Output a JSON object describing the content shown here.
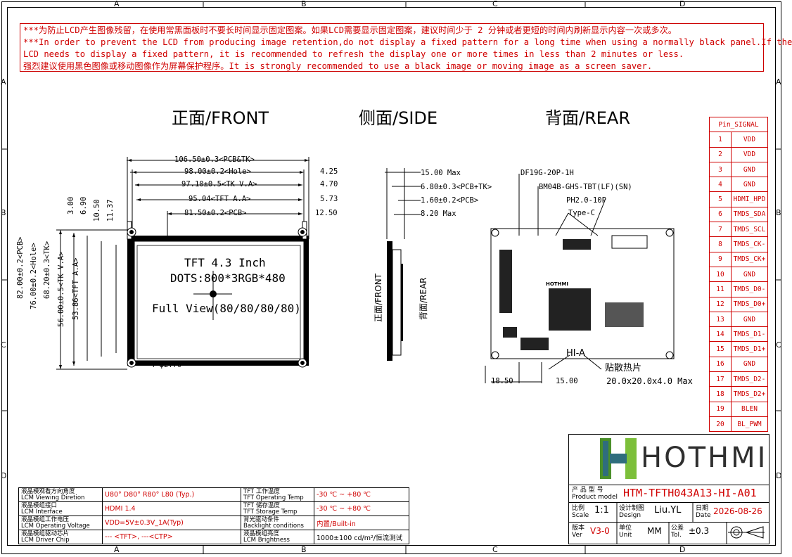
{
  "zones": {
    "columns": [
      "A",
      "B",
      "C",
      "D"
    ],
    "rows": [
      "A",
      "B",
      "C",
      "D"
    ]
  },
  "notice": {
    "line1": "***为防止LCD产生图像残留，在使用常黑面板时不要长时间显示固定图案。如果LCD需要显示固定图案，建议时间少于 2 分钟或者更短的时间内刷新显示内容一次或多次。",
    "line2": "***In order to prevent the LCD from producing image retention,do not display a fixed pattern for a long time when using a normally black panel.If the",
    "line3": " LCD needs to display a fixed pattern, it is recommended to refresh the display one or more times in less than 2 minutes or less.",
    "line4": "强烈建议使用黑色图像或移动图像作为屏幕保护程序。It is strongly recommended to use a black image or moving image as a screen saver."
  },
  "views": {
    "front": "正面/FRONT",
    "side": "侧面/SIDE",
    "rear": "背面/REAR"
  },
  "front": {
    "dims": {
      "pcb_tk": "106.50±0.3<PCB&TK>",
      "hole": "98.00±0.2<Hole>",
      "tk_va": "97.10±0.5<TK V.A>",
      "tft_aa": "95.04<TFT A.A>",
      "pcb": "81.50±0.2<PCB>",
      "r1": "4.25",
      "r2": "4.70",
      "r3": "5.73",
      "r4": "12.50",
      "v_pcb": "82.00±0.2<PCB>",
      "v_hole": "76.00±0.2<Hole>",
      "v_tk": "68.20±0.3<TK>",
      "v_tkva": "56.00±0.5<TK V.A>",
      "v_tftaa": "53.86<TFT A.A>",
      "t1": "3.00",
      "t2": "6.90",
      "t3": "10.50",
      "t4": "11.37",
      "hole_dia": "4-φ2.70"
    },
    "screen_line1": "TFT 4.3 Inch",
    "screen_line2": "DOTS:800*3RGB*480",
    "screen_line3": "Full View(80/80/80/80)"
  },
  "side": {
    "d1": "15.00 Max",
    "d2": "6.80±0.3<PCB+TK>",
    "d3": "1.60±0.2<PCB>",
    "d4": "8.20 Max",
    "label_front": "正面/FRONT",
    "label_rear": "背面/REAR"
  },
  "rear": {
    "c1": "DF19G-20P-1H",
    "c2": "BM04B-GHS-TBT(LF)(SN)",
    "c3": "PH2.0-10P",
    "c4": "Type-C",
    "hia": "HI-A",
    "heatsink": "贴散热片",
    "heatsink_size": "20.0x20.0x4.0 Max",
    "b1": "18.50",
    "b2": "15.00",
    "brand": "HOTHMI"
  },
  "pins": {
    "header": "Pin_SIGNAL",
    "rows": [
      [
        "1",
        "VDD"
      ],
      [
        "2",
        "VDD"
      ],
      [
        "3",
        "GND"
      ],
      [
        "4",
        "GND"
      ],
      [
        "5",
        "HDMI_HPD"
      ],
      [
        "6",
        "TMDS_SDA"
      ],
      [
        "7",
        "TMDS_SCL"
      ],
      [
        "8",
        "TMDS_CK-"
      ],
      [
        "9",
        "TMDS_CK+"
      ],
      [
        "10",
        "GND"
      ],
      [
        "11",
        "TMDS_D0-"
      ],
      [
        "12",
        "TMDS_D0+"
      ],
      [
        "13",
        "GND"
      ],
      [
        "14",
        "TMDS_D1-"
      ],
      [
        "15",
        "TMDS_D1+"
      ],
      [
        "16",
        "GND"
      ],
      [
        "17",
        "TMDS_D2-"
      ],
      [
        "18",
        "TMDS_D2+"
      ],
      [
        "19",
        "BLEN"
      ],
      [
        "20",
        "BL_PWM"
      ]
    ]
  },
  "specs": {
    "viewing_cn": "液晶模观看方向角度",
    "viewing_en": "LCM Viewing Diretion",
    "viewing_val": "U80° D80° R80° L80 (Typ.)",
    "interface_cn": "液晶模组接口",
    "interface_en": "LCM Interface",
    "interface_val": "HDMI 1.4",
    "voltage_cn": "液晶模组工作电压",
    "voltage_en": "LCM Operating Voltage",
    "voltage_val": "VDD=5V±0.3V_1A(Typ)",
    "driver_cn": "液晶模组驱动芯片",
    "driver_en": "LCM Driver Chip",
    "driver_val": "--- <TFT>, ---<CTP>",
    "op_temp_cn": "TFT 工作温度",
    "op_temp_en": "TFT Operating Temp",
    "op_temp_val": "-30 ℃ ~ +80 ℃",
    "st_temp_cn": "TFT 储存温度",
    "st_temp_en": "TFT Storage Temp",
    "st_temp_val": "-30 ℃ ~ +80 ℃",
    "bl_cn": "背光驱动条件",
    "bl_en": "Backlight conditions",
    "bl_val": "内置/Built-in",
    "br_cn": "液晶模组亮度",
    "br_en": "LCM Brightness",
    "br_val": "1000±100 cd/m²/恒流测试"
  },
  "titleblock": {
    "logo": "HOTHMI",
    "model_cn": "产 品 型 号",
    "model_en": "Product model",
    "model_val": "HTM-TFTH043A13-HI-A01",
    "scale_cn": "比例",
    "scale_en": "Scale",
    "scale_val": "1:1",
    "design_cn": "设计制图",
    "design_en": "Design",
    "design_val": "Liu.YL",
    "date_cn": "日期",
    "date_en": "Date",
    "date_val": "2026-08-26",
    "ver_cn": "版本",
    "ver_en": "Ver",
    "ver_val": "V3-0",
    "unit_cn": "单位",
    "unit_en": "Unit",
    "unit_val": "MM",
    "tol_cn": "公差",
    "tol_en": "Tol.",
    "tol_val": "±0.3"
  }
}
